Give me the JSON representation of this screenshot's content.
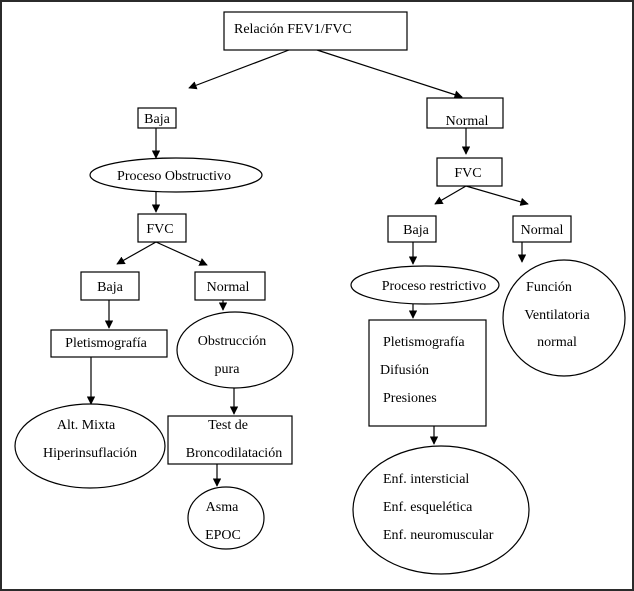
{
  "diagram": {
    "root": "Relación FEV1/FVC",
    "left": {
      "baja": "Baja",
      "proceso": "Proceso Obstructivo",
      "fvc": "FVC",
      "fvc_baja": "Baja",
      "fvc_normal": "Normal",
      "pletismografia": "Pletismografía",
      "alt_line1": "Alt. Mixta",
      "alt_line2": "Hiperinsuflación",
      "obstruccion_line1": "Obstrucción",
      "obstruccion_line2": "pura",
      "test_line1": "Test de",
      "test_line2": "Broncodilatación",
      "asma_line1": "Asma",
      "asma_line2": "EPOC"
    },
    "right": {
      "normal": "Normal",
      "fvc": "FVC",
      "fvc_baja": "Baja",
      "fvc_normal": "Normal",
      "proceso": "Proceso restrictivo",
      "pruebas_line1": "Pletismografía",
      "pruebas_line2": "Difusión",
      "pruebas_line3": "Presiones",
      "enf_line1": "Enf. intersticial",
      "enf_line2": "Enf. esquelética",
      "enf_line3": "Enf. neuromuscular",
      "funcion_line1": "Función",
      "funcion_line2": "Ventilatoria",
      "funcion_line3": "normal"
    }
  }
}
